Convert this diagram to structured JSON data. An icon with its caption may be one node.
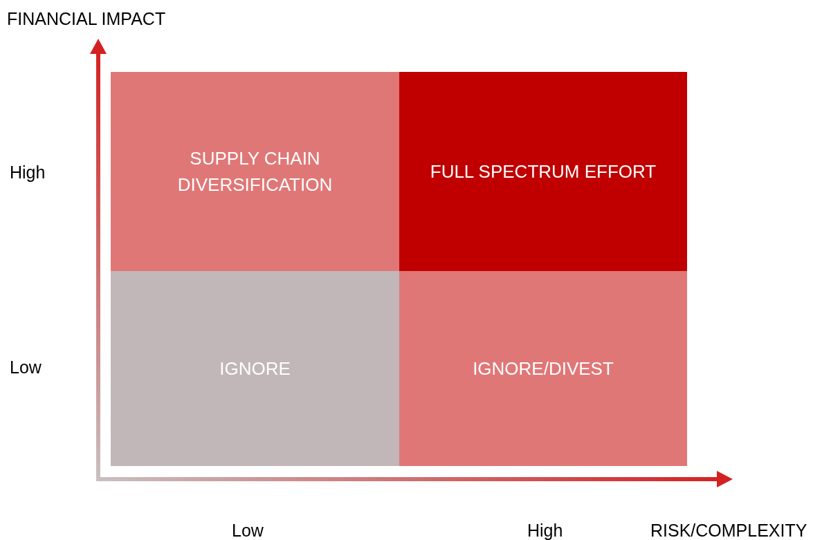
{
  "diagram": {
    "nodes": [
      {
        "text": [
          "SUPPLY CHAIN DIVERSIFICATION"
        ]
      },
      {
        "text": [
          "FULL SPECTRUM EFFORT"
        ]
      },
      {
        "text": [
          "IGNORE"
        ]
      },
      {
        "text": [
          "IGNORE/DIVEST"
        ]
      }
    ],
    "labels": [
      "FINANCIAL IMPACT",
      "High",
      "Low",
      "Low",
      "High",
      "RISK/COMPLEXITY"
    ]
  }
}
